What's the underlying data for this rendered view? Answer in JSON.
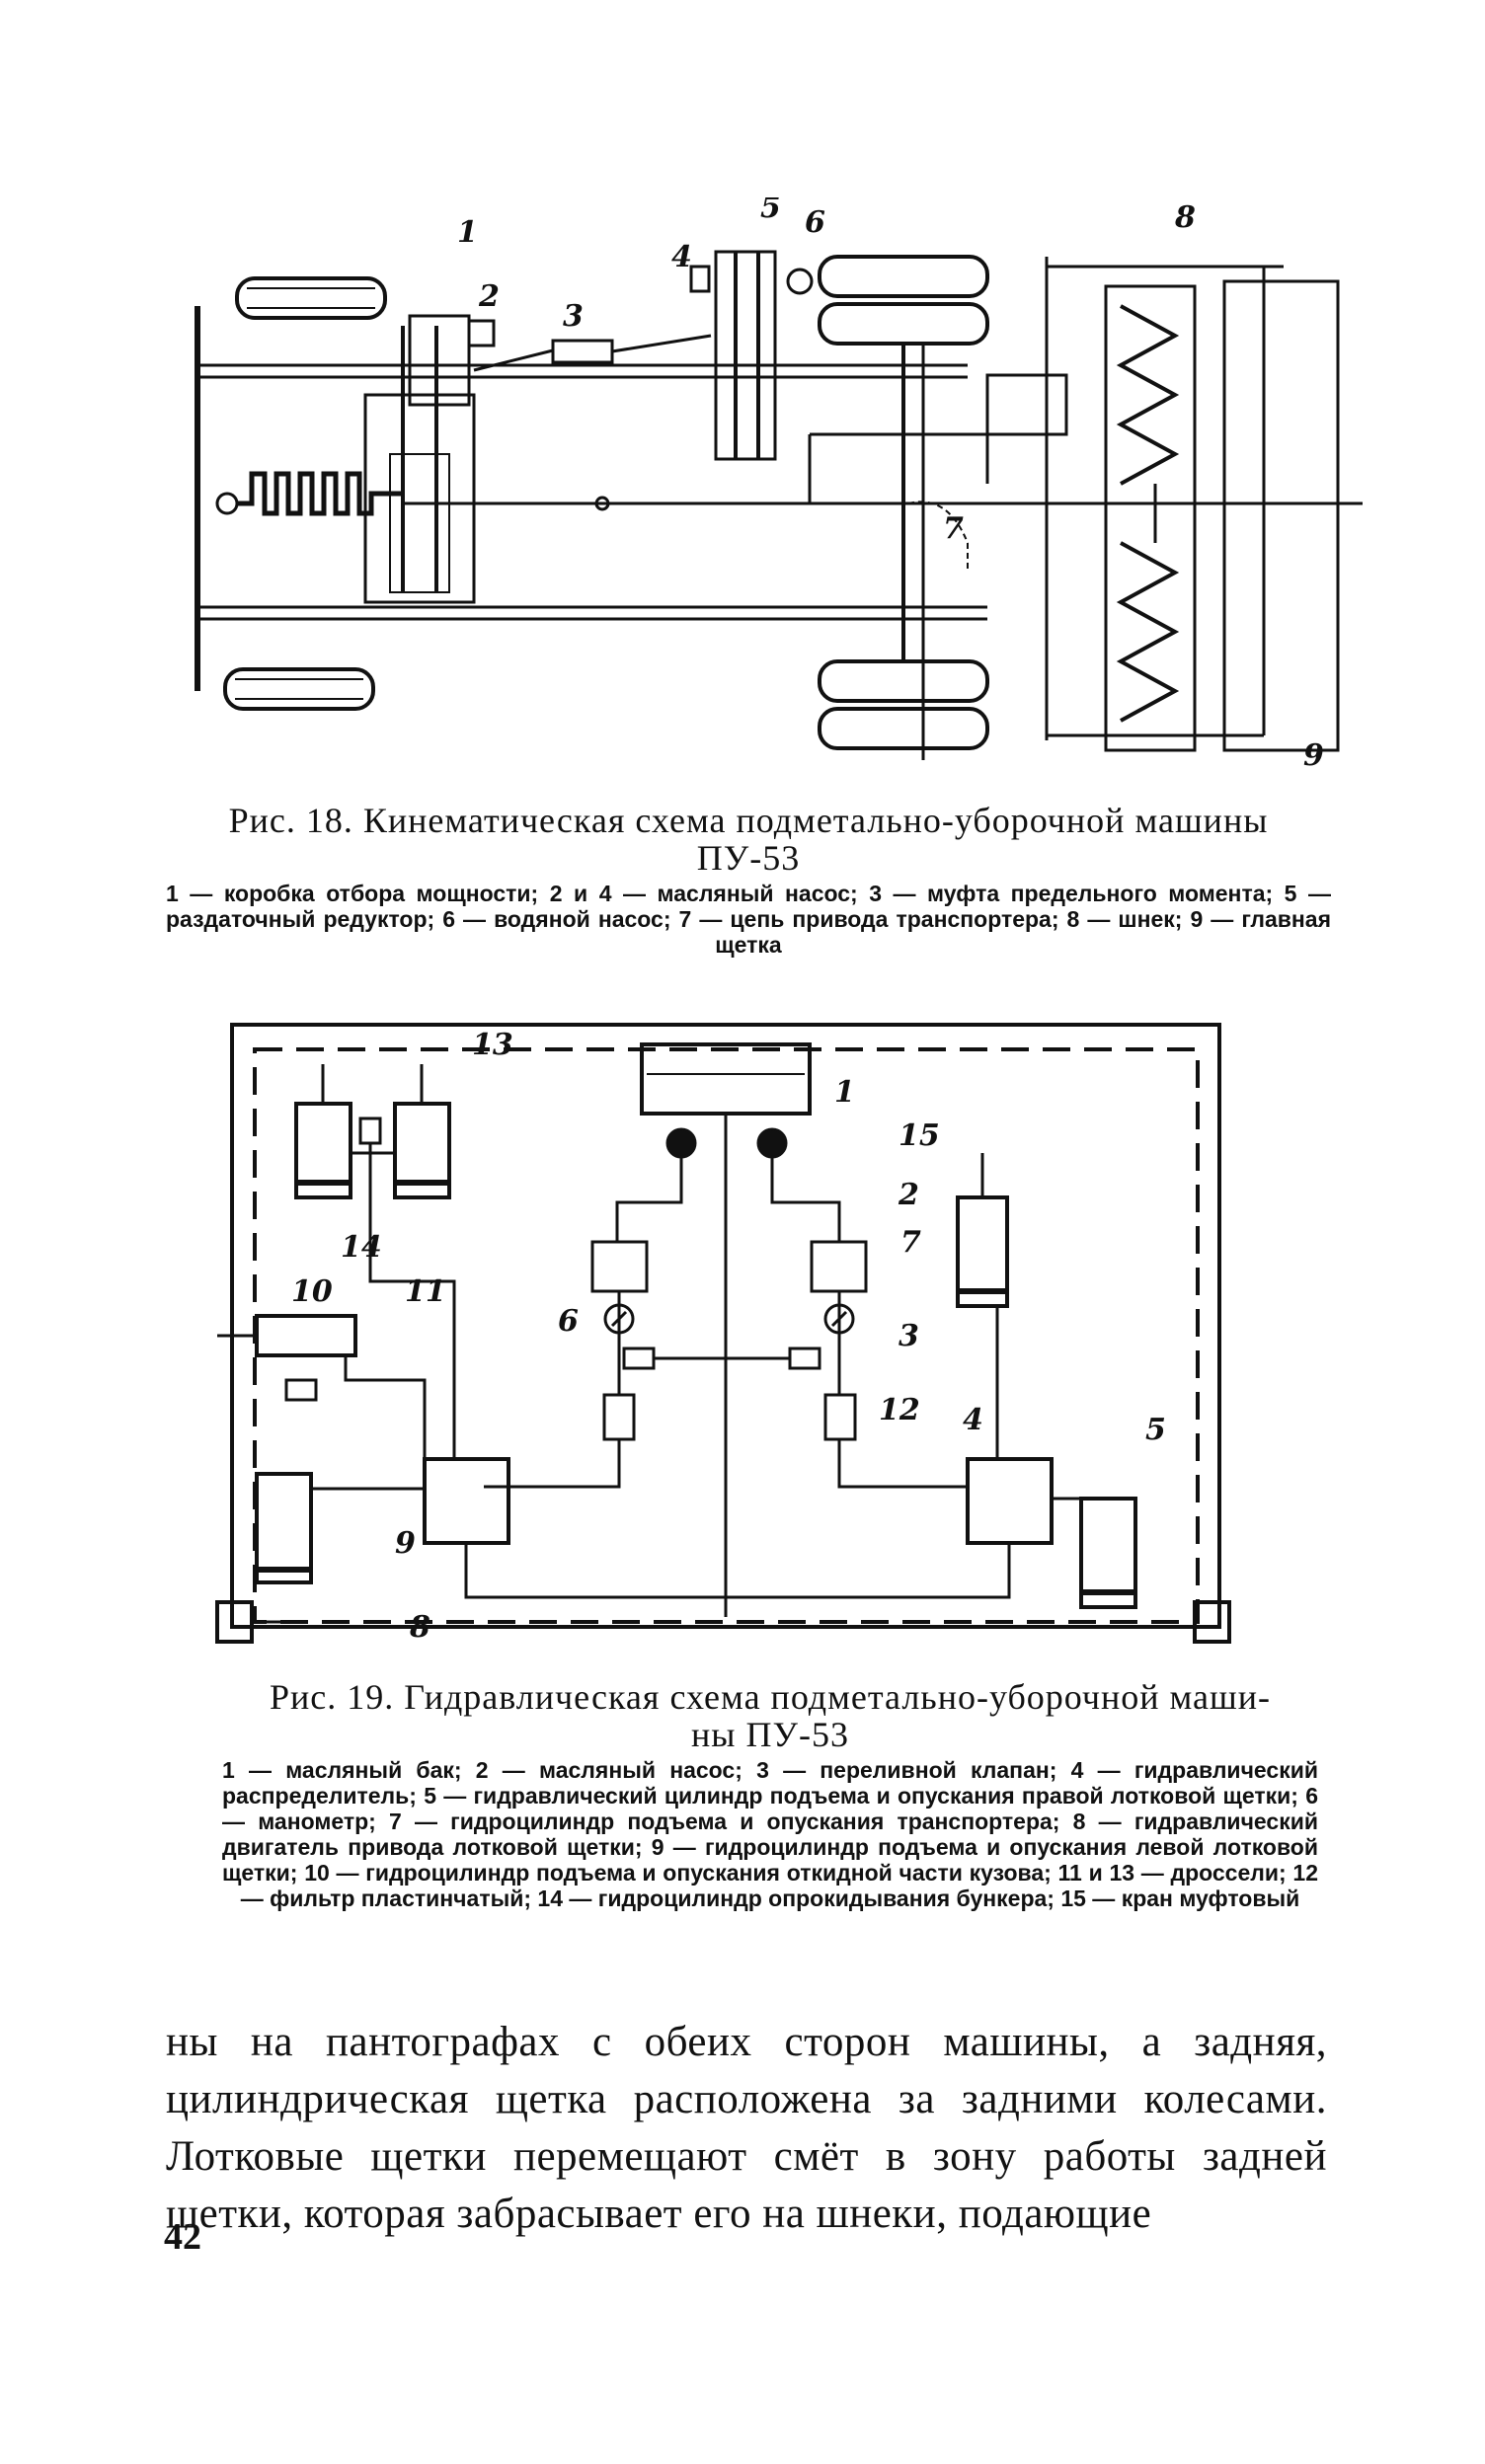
{
  "figure18": {
    "labels": [
      "1",
      "2",
      "3",
      "4",
      "5",
      "6",
      "7",
      "8",
      "9"
    ],
    "title_line1": "Рис.  18.  Кинематическая  схема  подметально-уборочной  машины",
    "title_line2": "ПУ-53",
    "legend": "1 — коробка отбора мощности; 2 и 4 — масляный насос; 3 — муфта предельного момента; 5 — раздаточный редуктор; 6 — водяной насос; 7 — цепь привода транспортера; 8 — шнек; 9 — главная щетка"
  },
  "figure19": {
    "labels": [
      "1",
      "2",
      "3",
      "4",
      "5",
      "6",
      "7",
      "8",
      "9",
      "10",
      "11",
      "12",
      "13",
      "14",
      "15"
    ],
    "title_line1": "Рис.  19.  Гидравлическая  схема  подметально-уборочной  маши-",
    "title_line2": "ны ПУ-53",
    "legend": "1 — масляный бак; 2 — масляный насос; 3 — переливной клапан; 4 — гидравлический распределитель; 5 — гидравлический цилиндр подъема и опускания правой лотковой щетки; 6 — манометр; 7 — гидроцилиндр подъема и опускания транспортера; 8 — гидравлический двигатель привода лотковой щетки; 9 — гидроцилиндр подъема и опускания левой лотковой щетки; 10 — гидроцилиндр подъема и опускания откидной части кузова; 11 и 13 — дроссели; 12 — фильтр пластинчатый; 14 — гидроцилиндр опрокидывания бункера; 15 — кран муфтовый"
  },
  "body_text": "ны на пантографах с обеих сторон машины, а задняя, цилиндрическая щетка расположена за задними колесами. Лотковые щетки перемещают смёт в зону работы задней щетки, которая забрасывает его на шнеки, подающие",
  "page_number": "42"
}
